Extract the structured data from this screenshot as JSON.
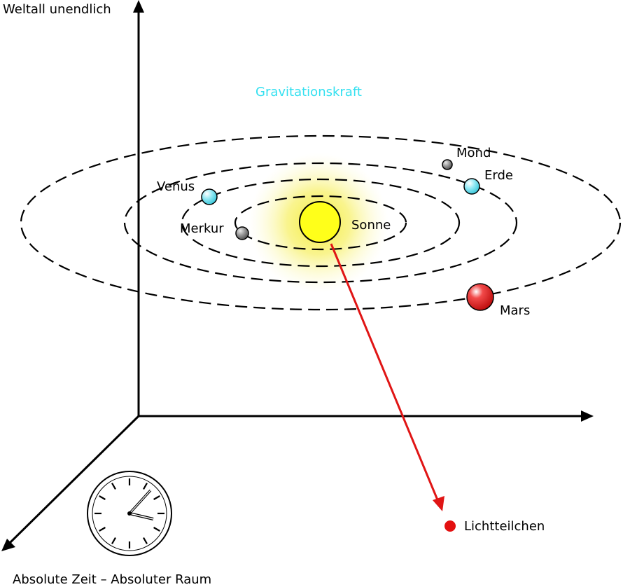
{
  "labels": {
    "axis_vertical": "Weltall unendlich",
    "bottom": "Absolute Zeit – Absoluter Raum",
    "force": "Gravitationskraft",
    "sun": "Sonne",
    "mercury": "Merkur",
    "venus": "Venus",
    "earth": "Erde",
    "moon": "Mond",
    "mars": "Mars",
    "light": "Lichtteilchen"
  },
  "colors": {
    "force_text": "#33e0f0",
    "sun_fill": "#ffff1a",
    "sun_glow": "#f8f27a",
    "light_ray": "#e01515",
    "light_particle": "#e31010",
    "mars": "#e22222",
    "planet_cyan": "#7fe6f2",
    "planet_gray": "#8a8a8a"
  },
  "icons": {
    "clock": "clock-icon"
  }
}
